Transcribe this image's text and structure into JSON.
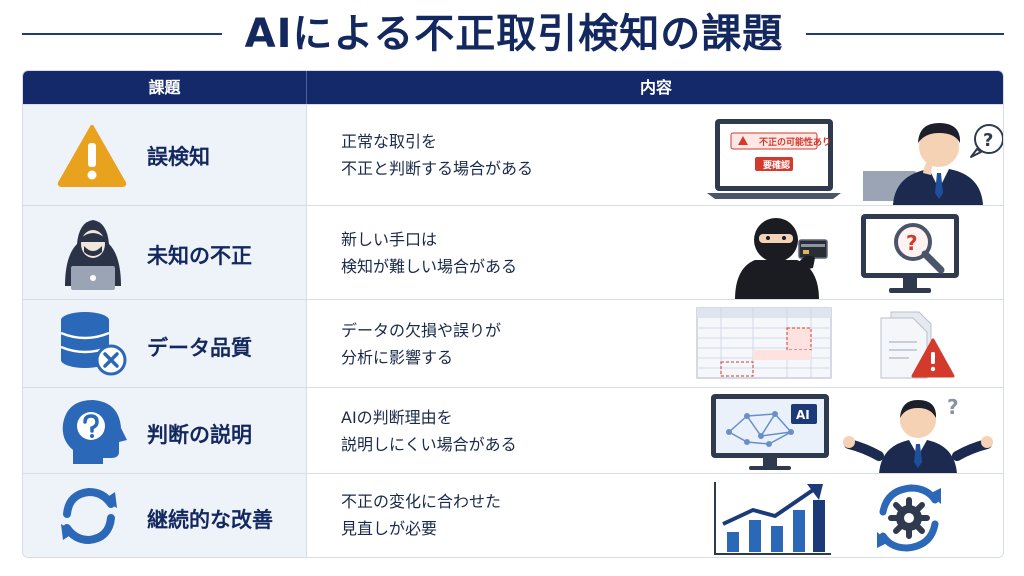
{
  "title": "AIによる不正取引検知の課題",
  "header": {
    "col_issue": "課題",
    "col_content": "内容"
  },
  "rows": [
    {
      "label": "誤検知",
      "line1": "正常な取引を",
      "line2": "不正と判断する場合がある",
      "alert_text": "不正の可能性あり",
      "confirm_text": "要確認",
      "bubble": "?",
      "icon": "warning-icon"
    },
    {
      "label": "未知の不正",
      "line1": "新しい手口は",
      "line2": "検知が難しい場合がある",
      "mark": "?",
      "icon": "hacker-icon"
    },
    {
      "label": "データ品質",
      "line1": "データの欠損や誤りが",
      "line2": "分析に影響する",
      "icon": "database-error-icon"
    },
    {
      "label": "判断の説明",
      "line1": "AIの判断理由を",
      "line2": "説明しにくい場合がある",
      "badge": "AI",
      "mark": "?",
      "icon": "head-question-icon"
    },
    {
      "label": "継続的な改善",
      "line1": "不正の変化に合わせた",
      "line2": "見直しが必要",
      "icon": "refresh-icon"
    }
  ],
  "colors": {
    "navy": "#14296a",
    "warning": "#e8a21d",
    "alert_red": "#d33a2c",
    "blue": "#2b68b8"
  }
}
